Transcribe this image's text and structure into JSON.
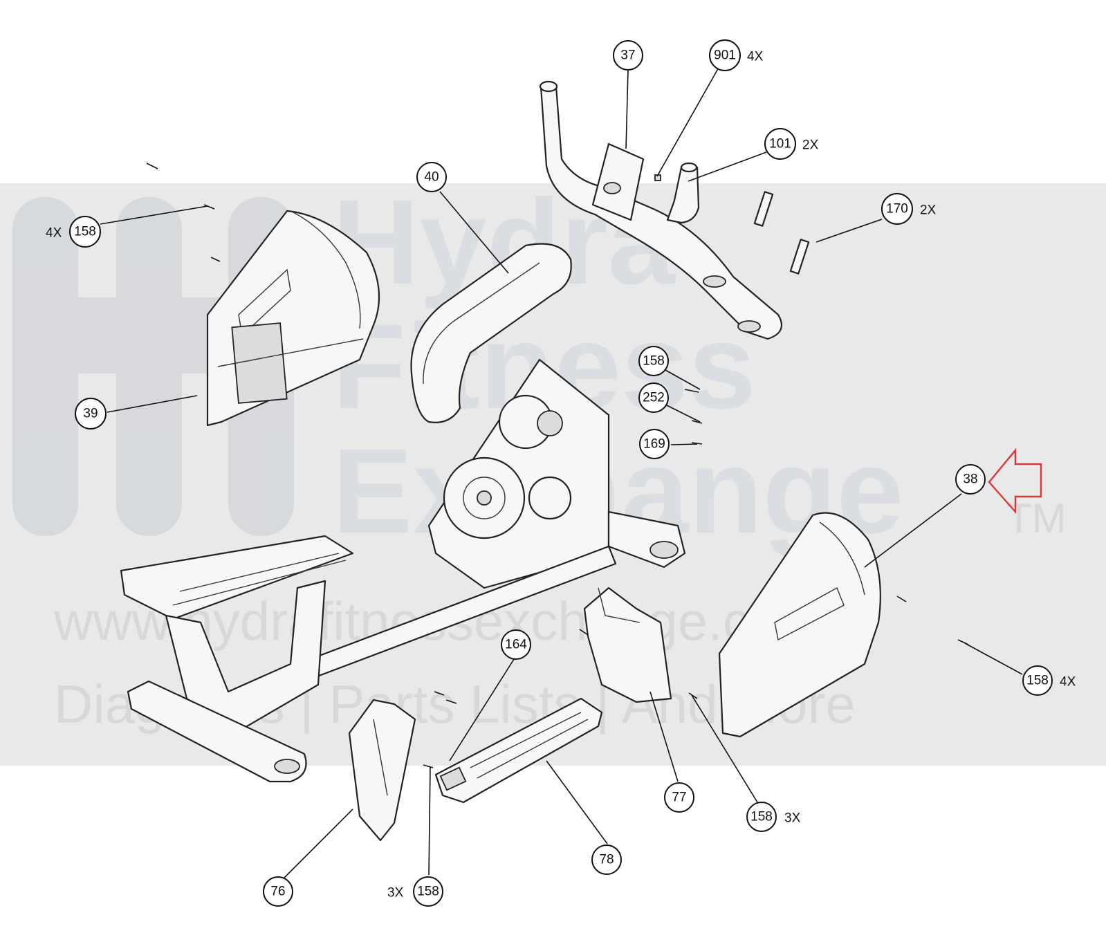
{
  "watermark": {
    "brand_line1": "Hydra",
    "brand_line2": "Fitness",
    "brand_line3": "Exchange",
    "trademark": "TM",
    "url": "www.hydrafitnessexchange.com",
    "tagline": "Diagrams | Parts Lists | And More",
    "band_color": "#e9e9e9"
  },
  "callouts": [
    {
      "id": "c37",
      "label": "37",
      "qty": ""
    },
    {
      "id": "c901",
      "label": "901",
      "qty": "4X"
    },
    {
      "id": "c101",
      "label": "101",
      "qty": "2X"
    },
    {
      "id": "c40",
      "label": "40",
      "qty": ""
    },
    {
      "id": "c170",
      "label": "170",
      "qty": "2X"
    },
    {
      "id": "c158a",
      "label": "158",
      "qty": "4X"
    },
    {
      "id": "c158b",
      "label": "158",
      "qty": ""
    },
    {
      "id": "c252",
      "label": "252",
      "qty": ""
    },
    {
      "id": "c169",
      "label": "169",
      "qty": ""
    },
    {
      "id": "c39",
      "label": "39",
      "qty": ""
    },
    {
      "id": "c38",
      "label": "38",
      "qty": ""
    },
    {
      "id": "c158c",
      "label": "158",
      "qty": "4X"
    },
    {
      "id": "c164",
      "label": "164",
      "qty": ""
    },
    {
      "id": "c77",
      "label": "77",
      "qty": ""
    },
    {
      "id": "c158d",
      "label": "158",
      "qty": "3X"
    },
    {
      "id": "c78",
      "label": "78",
      "qty": ""
    },
    {
      "id": "c76",
      "label": "76",
      "qty": ""
    },
    {
      "id": "c158e",
      "label": "158",
      "qty": "3X"
    }
  ],
  "highlight_arrow_color": "#d9363e"
}
